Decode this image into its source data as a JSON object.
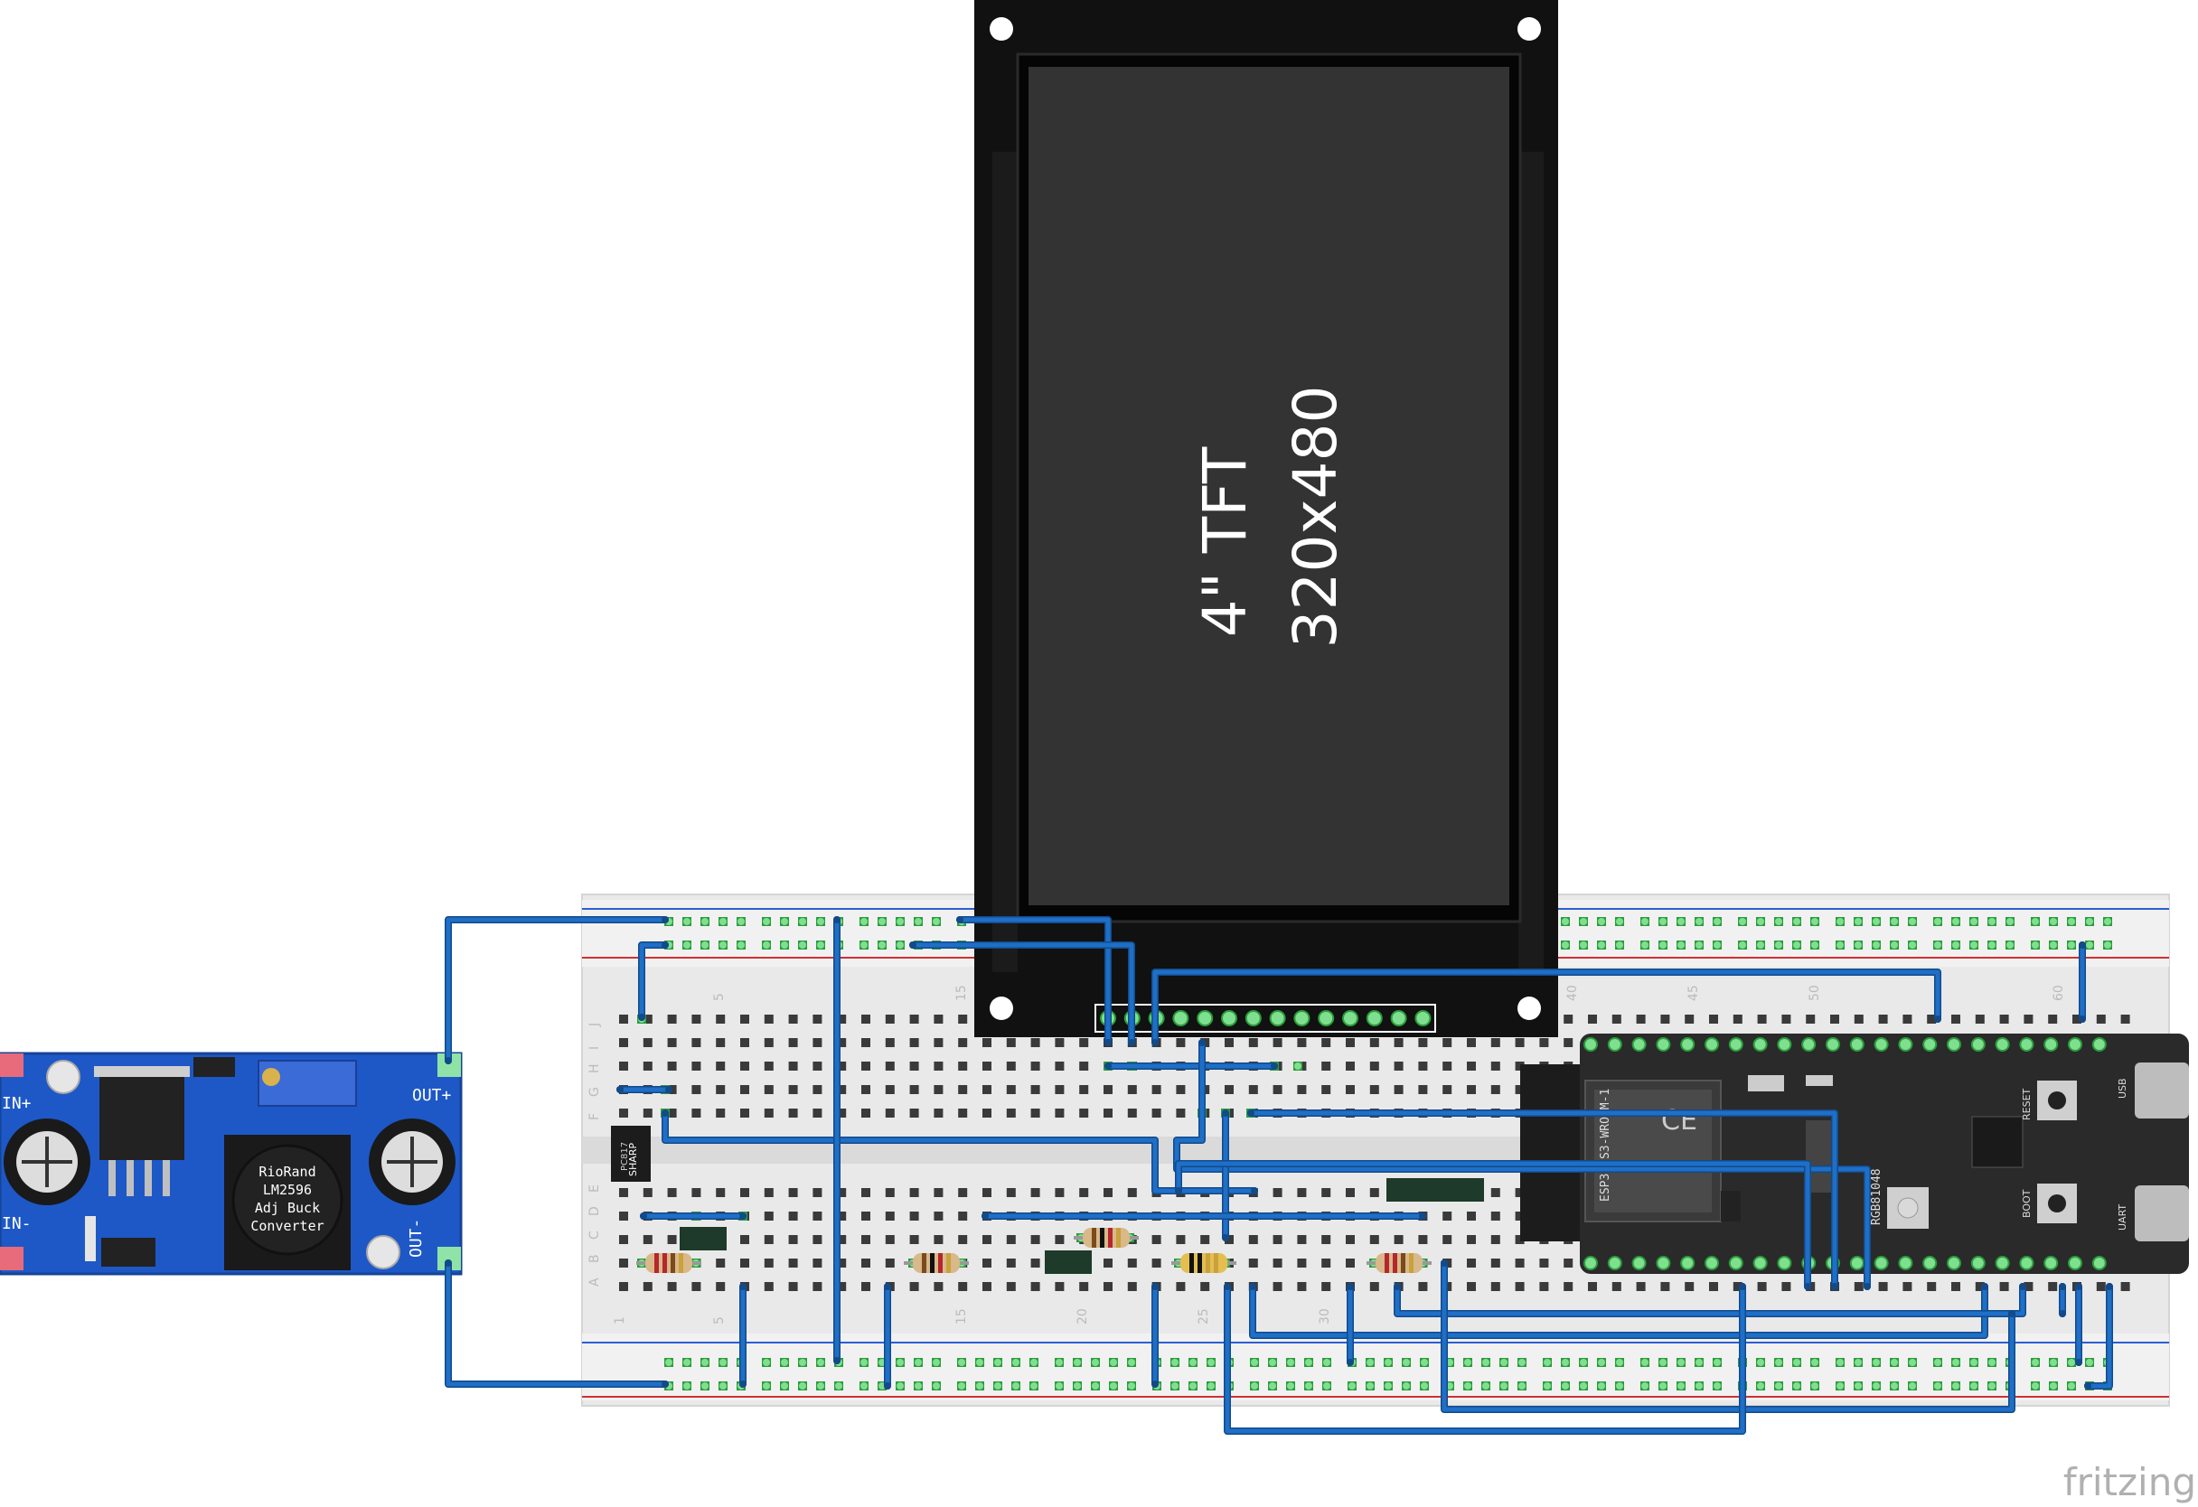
{
  "tft": {
    "size_label": "4\" TFT",
    "resolution_label": "320x480"
  },
  "buck": {
    "line1": "RioRand",
    "line2": "LM2596",
    "line3": "Adj Buck",
    "line4": "Converter",
    "in_plus": "IN+",
    "in_minus": "IN-",
    "out_plus": "OUT+",
    "out_minus": "OUT-"
  },
  "breadboard": {
    "row_letters_top": [
      "J",
      "I",
      "H",
      "G",
      "F"
    ],
    "row_letters_bottom": [
      "E",
      "D",
      "C",
      "B",
      "A"
    ],
    "column_numbers_top": [
      "5",
      "15",
      "40",
      "45",
      "50",
      "60"
    ],
    "column_numbers_bottom": [
      "1",
      "5",
      "15",
      "20",
      "25",
      "30"
    ]
  },
  "optocoupler": {
    "brand": "SHARP",
    "part": "PC817"
  },
  "esp32": {
    "module_text": "ESP32-S3-WROOM-1",
    "rgb_label": "RGB81048",
    "reset_label": "RESET",
    "boot_label": "BOOT",
    "usb_label": "USB",
    "uart_label": "UART"
  },
  "watermark": "fritzing",
  "colors": {
    "wire": "#1f6fc7",
    "wire_dark": "#124a8a",
    "pcb_blue": "#1e58c7",
    "breadboard": "#e6e6e6",
    "hole_green": "#39b54a",
    "rail_red": "#d13030",
    "rail_blue": "#2c5fd6"
  }
}
